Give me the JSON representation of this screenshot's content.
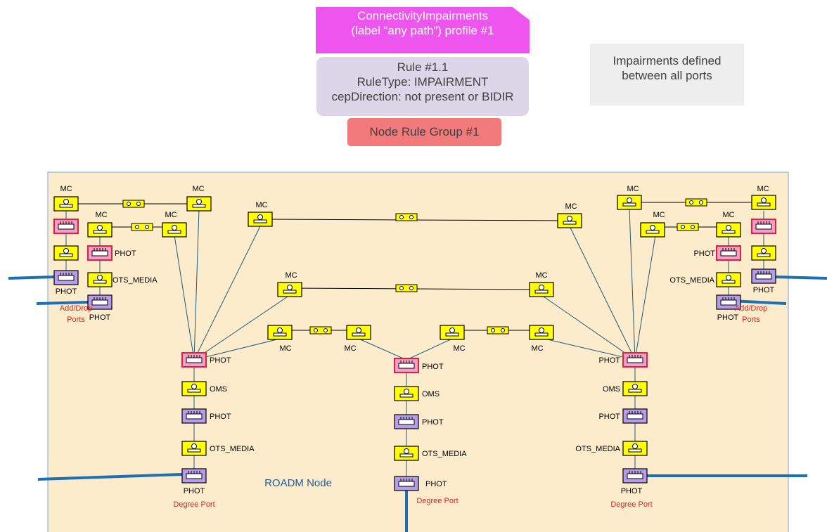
{
  "profile": {
    "line1": "ConnectivityImpairments",
    "line2": "(label “any path”) profile #1",
    "color": "#ee55ee"
  },
  "rule": {
    "line1": "Rule #1.1",
    "line2": "RuleType: IMPAIRMENT",
    "line3": "cepDirection: not present or BIDIR",
    "color": "#dcd6e8"
  },
  "node_rule_group": {
    "label": "Node Rule Group #1",
    "color": "#f27a7a"
  },
  "note": {
    "line1": "Impairments defined",
    "line2": "between all ports"
  },
  "node": {
    "label": "ROADM Node",
    "background": "#fdeccc"
  },
  "labels": {
    "mc": "MC",
    "phot": "PHOT",
    "oms": "OMS",
    "ots_media": "OTS_MEDIA",
    "add_drop_1": "Add/Drop",
    "add_drop_2": "Ports",
    "degree_port": "Degree Port"
  },
  "colors": {
    "mc_fill": "#ffff00",
    "phot_fill": "#b79ce8",
    "phot_red_fill": "#f3a0c8",
    "phot_red_border": "#e02040",
    "link": "#1f5a78",
    "port_line": "#1f6fb5",
    "red_text": "#e02020"
  }
}
